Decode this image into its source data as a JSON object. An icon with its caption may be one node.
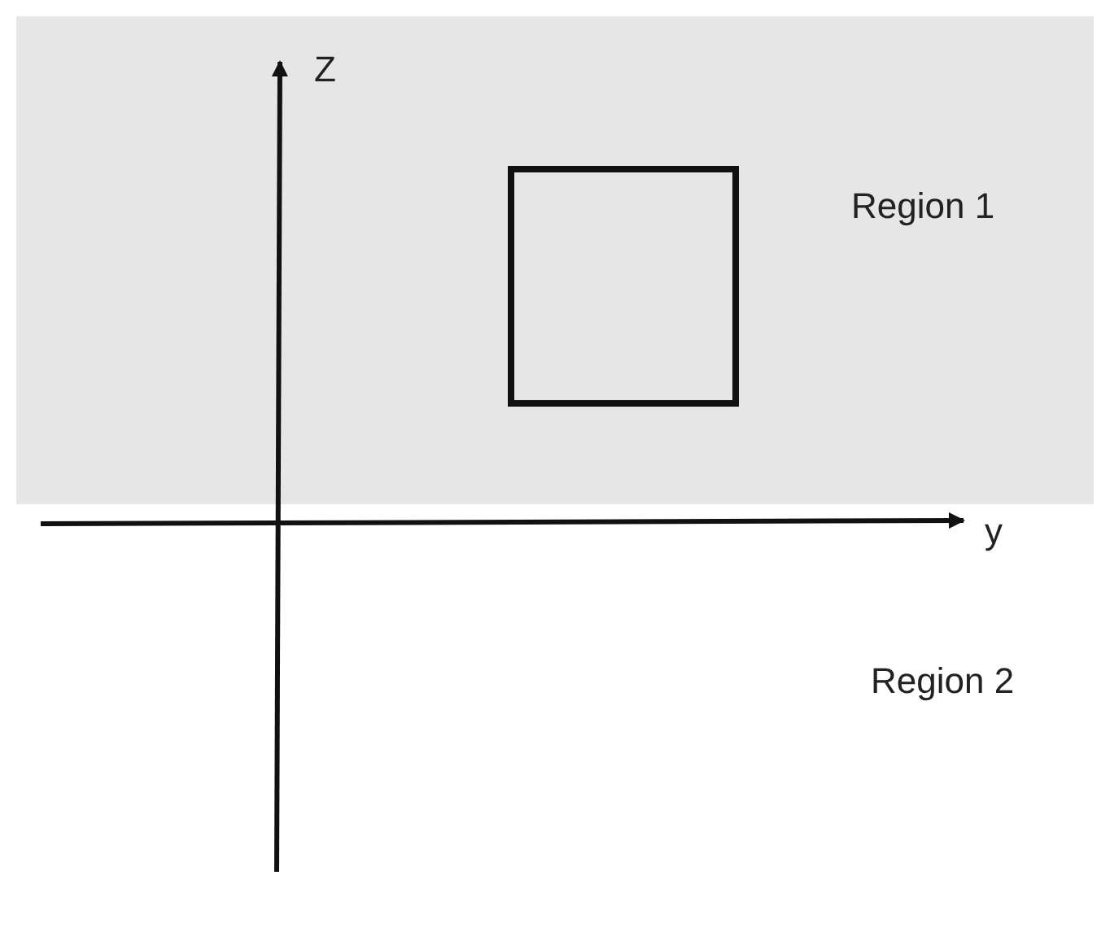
{
  "diagram": {
    "nodes": [
      {
        "text": [
          "Region 1"
        ]
      },
      {
        "text": [],
        "shape": "box",
        "in": 0
      }
    ],
    "labels": [
      "Z",
      "y",
      "Region 2"
    ]
  }
}
